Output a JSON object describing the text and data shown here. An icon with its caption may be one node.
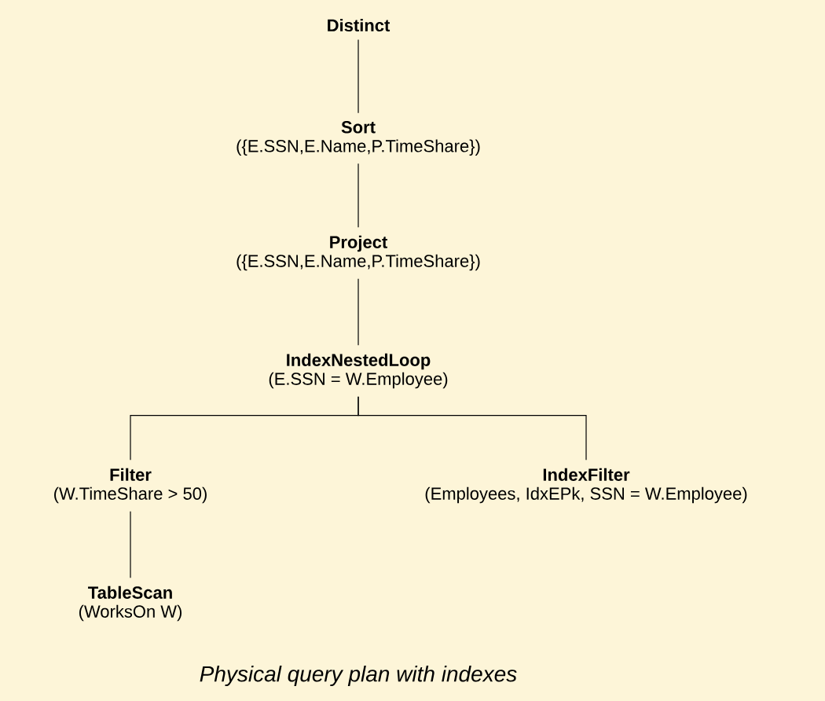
{
  "diagram": {
    "caption": "Physical query plan with indexes",
    "nodes": [
      {
        "text": [
          "Distinct"
        ]
      },
      {
        "text": [
          "Sort",
          "({E.SSN,E.Name,P.TimeShare})"
        ]
      },
      {
        "text": [
          "Project",
          "({E.SSN,E.Name,P.TimeShare})"
        ]
      },
      {
        "text": [
          "IndexNestedLoop",
          "(E.SSN = W.Employee)"
        ]
      },
      {
        "text": [
          "Filter",
          "(W.TimeShare > 50)"
        ]
      },
      {
        "text": [
          "IndexFilter",
          "(Employees, IdxEPk, SSN = W.Employee)"
        ]
      },
      {
        "text": [
          "TableScan",
          "(WorksOn W)"
        ]
      }
    ],
    "edges": [
      {
        "from": 0,
        "to": 1,
        "arrow": "none"
      },
      {
        "from": 1,
        "to": 2,
        "arrow": "none"
      },
      {
        "from": 2,
        "to": 3,
        "arrow": "none"
      },
      {
        "from": 3,
        "to": 4,
        "arrow": "none"
      },
      {
        "from": 3,
        "to": 5,
        "arrow": "none"
      },
      {
        "from": 4,
        "to": 6,
        "arrow": "none"
      }
    ]
  }
}
